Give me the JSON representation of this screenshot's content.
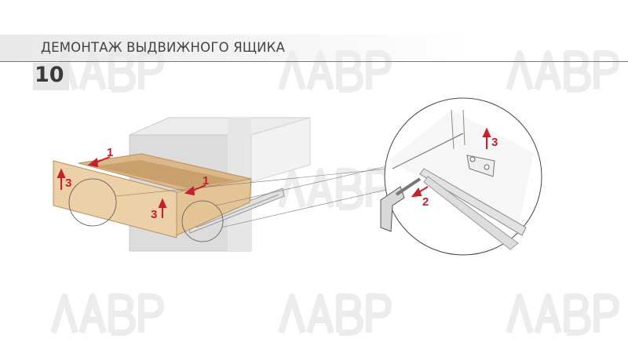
{
  "header": {
    "title": "ДЕМОНТАЖ ВЫДВИЖНОГО ЯЩИКА",
    "step_number": "10"
  },
  "watermark": {
    "text": "ЛАВР"
  },
  "callouts": {
    "drawer_front_1": "1",
    "drawer_front_3": "3",
    "drawer_inner_1": "1",
    "drawer_side_3": "3",
    "detail_2": "2",
    "detail_3": "3"
  },
  "colors": {
    "accent": "#c8202a",
    "wood": "#e8c9a0"
  }
}
